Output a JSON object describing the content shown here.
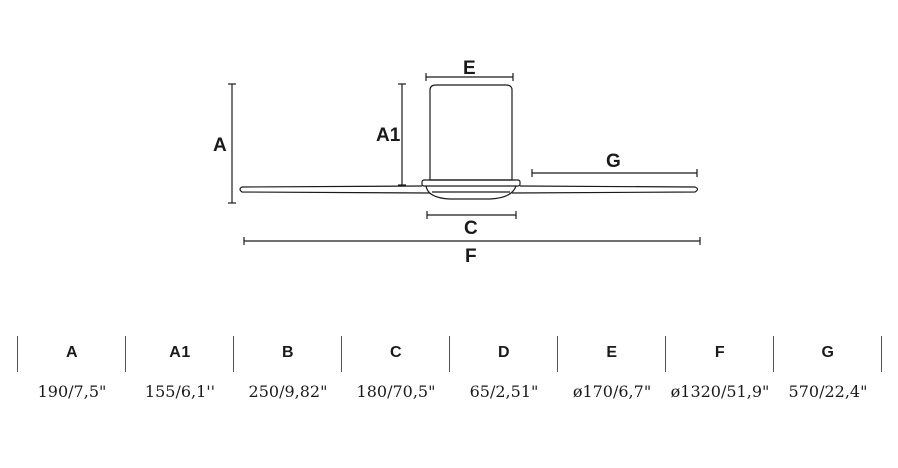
{
  "diagram": {
    "labels": {
      "a": "A",
      "a1": "A1",
      "c": "C",
      "e": "E",
      "f": "F",
      "g": "G"
    },
    "line_color": "#1a1a1a"
  },
  "table": {
    "columns": [
      {
        "key": "A",
        "value": "190/7,5\""
      },
      {
        "key": "A1",
        "value": "155/6,1''"
      },
      {
        "key": "B",
        "value": "250/9,82\""
      },
      {
        "key": "C",
        "value": "180/70,5\""
      },
      {
        "key": "D",
        "value": "65/2,51\""
      },
      {
        "key": "E",
        "value": "ø170/6,7\""
      },
      {
        "key": "F",
        "value": "ø1320/51,9\""
      },
      {
        "key": "G",
        "value": "570/22,4\""
      }
    ]
  }
}
